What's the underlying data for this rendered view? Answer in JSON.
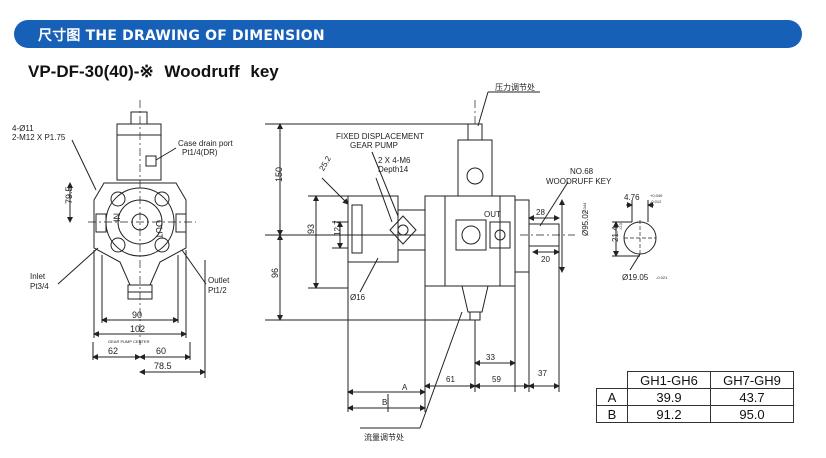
{
  "header": {
    "title": "尺寸图 THE DRAWING OF DIMENSION",
    "color": "#1760b8"
  },
  "model_line": "VP-DF-30(40)-※   Woodruff key",
  "front_view": {
    "holes": "4-Ø11",
    "thread": "2-M12 X P1.75",
    "drain_1": "Case drain port",
    "drain_2": "Pt1/4(DR)",
    "inlet_1": "Inlet",
    "inlet_2": "Pt3/4",
    "outlet_1": "Outlet",
    "outlet_2": "Pt1/2",
    "in_mark": "IN",
    "out_mark": "OUT",
    "d_79_5": "79.5",
    "d_90": "90",
    "d_102": "102",
    "gear_center": "GEAR PUMP CENTER",
    "d_62": "62",
    "d_60": "60",
    "d_78_5": "78.5"
  },
  "side_view": {
    "pressure_adj": "压力调节处",
    "flow_adj": "流量调节处",
    "fixed_1": "FIXED DISPLACEMENT",
    "fixed_2": "GEAR PUMP",
    "bolt_1": "2 X 4-M6",
    "bolt_2": "Depth14",
    "key_1": "NO.68",
    "key_2": "WOODRUFF KEY",
    "out_mark": "OUT",
    "d_25_2": "25.2",
    "d_150": "150",
    "d_93": "93",
    "d_12_7": "12.7",
    "d_96": "96",
    "d_16": "Ø16",
    "d_28": "28",
    "d_20": "20",
    "d_95": "Ø95.02",
    "d_95_tol": "-0.044",
    "d_33": "33",
    "d_61": "61",
    "d_59": "59",
    "d_37": "37",
    "a_mark": "A",
    "b_mark": "B"
  },
  "key_detail": {
    "d_4_76": "4.76",
    "d_4_76_tol_1": "+0.049",
    "d_4_76_tol_2": "-0.012",
    "d_21_4": "21.4",
    "d_21_4_tol": "-0.3",
    "d_19_05": "Ø19.05",
    "d_19_05_tol": "-0.021"
  },
  "spec_table": {
    "columns": [
      "GH1-GH6",
      "GH7-GH9"
    ],
    "rows": [
      {
        "label": "A",
        "values": [
          "39.9",
          "43.7"
        ]
      },
      {
        "label": "B",
        "values": [
          "91.2",
          "95.0"
        ]
      }
    ]
  }
}
